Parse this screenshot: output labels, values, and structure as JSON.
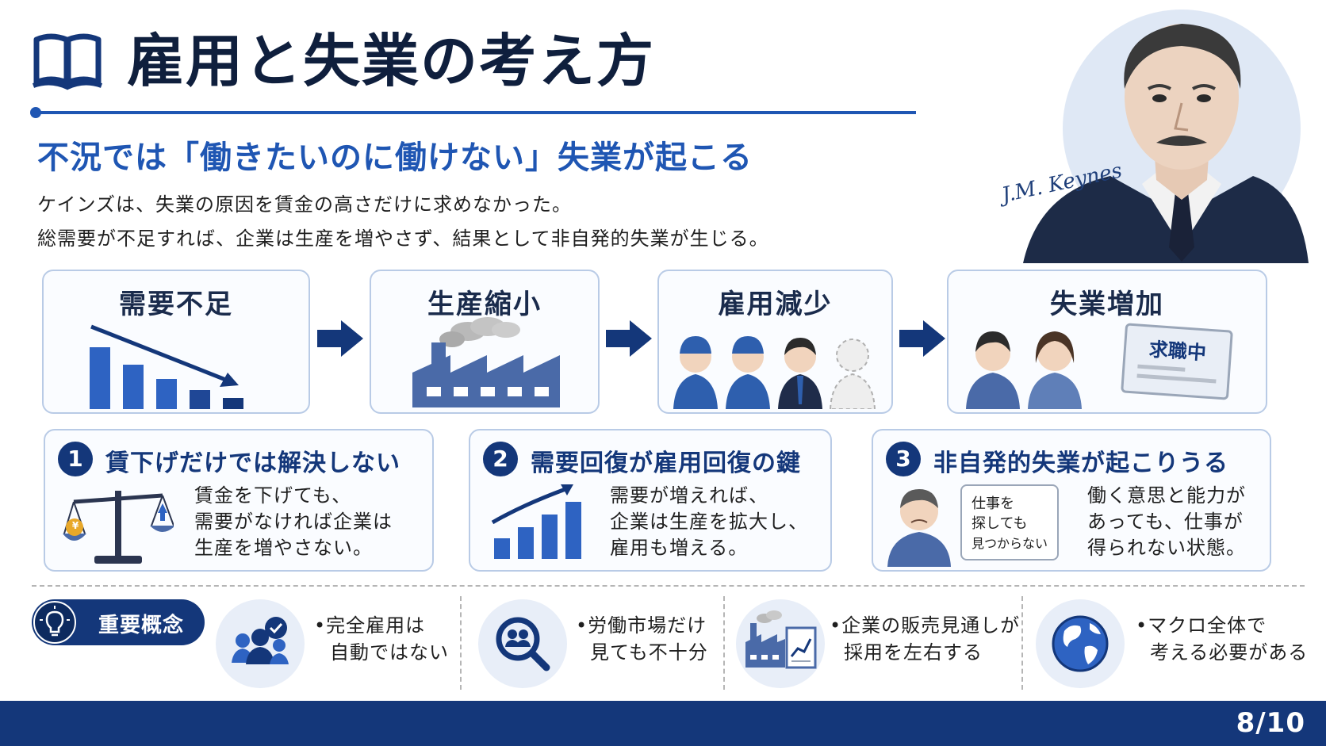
{
  "header": {
    "title": "雇用と失業の考え方",
    "subtitle": "不況では「働きたいのに働けない」失業が起こる",
    "desc_line1": "ケインズは、失業の原因を賃金の高さだけに求めなかった。",
    "desc_line2": "総需要が不足すれば、企業は生産を増やさず、結果として非自発的失業が生じる。"
  },
  "portrait": {
    "signature": "J.M. Keynes"
  },
  "flow": [
    {
      "label": "需要不足",
      "icon": "declining-bar-chart-icon"
    },
    {
      "label": "生産縮小",
      "icon": "factory-icon"
    },
    {
      "label": "雇用減少",
      "icon": "workers-icon"
    },
    {
      "label": "失業増加",
      "icon": "unemployed-people-icon",
      "sign": "求職中"
    }
  ],
  "points": [
    {
      "num": "1",
      "title": "賃下げだけでは解決しない",
      "icon": "balance-scale-icon",
      "coin": "¥",
      "lines": [
        "賃金を下げても、",
        "需要がなければ企業は",
        "生産を増やさない。"
      ]
    },
    {
      "num": "2",
      "title": "需要回復が雇用回復の鍵",
      "icon": "rising-chart-icon",
      "lines": [
        "需要が増えれば、",
        "企業は生産を拡大し、",
        "雇用も増える。"
      ]
    },
    {
      "num": "3",
      "title": "非自発的失業が起こりうる",
      "icon": "worried-person-icon",
      "note_lines": [
        "仕事を",
        "探しても",
        "見つからない"
      ],
      "lines": [
        "働く意思と能力が",
        "あっても、仕事が",
        "得られない状態。"
      ]
    }
  ],
  "key_concepts": {
    "label": "重要概念",
    "items": [
      {
        "icon": "group-check-icon",
        "lines": [
          "•完全雇用は",
          "自動ではない"
        ]
      },
      {
        "icon": "magnifier-people-icon",
        "lines": [
          "•労働市場だけ",
          "見ても不十分"
        ]
      },
      {
        "icon": "factory-chart-icon",
        "lines": [
          "•企業の販売見通しが",
          "採用を左右する"
        ]
      },
      {
        "icon": "globe-icon",
        "lines": [
          "•マクロ全体で",
          "考える必要がある"
        ]
      }
    ]
  },
  "footer": {
    "page": "8/10"
  },
  "colors": {
    "navy": "#14377a",
    "blue": "#1f56b3",
    "mid_blue": "#2e63c2",
    "border": "#b9cbe6"
  }
}
